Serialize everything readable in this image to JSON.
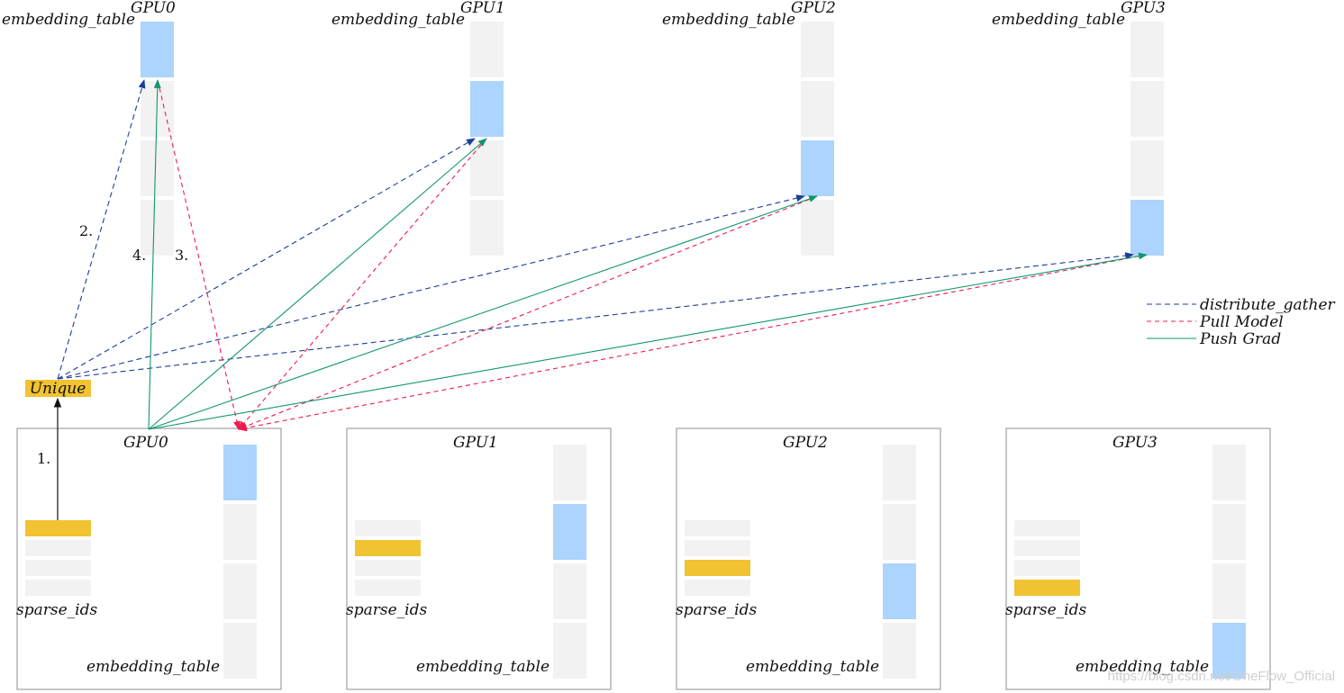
{
  "labels": {
    "embedding_table": "embedding_table",
    "sparse_ids": "sparse_ids",
    "unique": "Unique"
  },
  "gpus": [
    "GPU0",
    "GPU1",
    "GPU2",
    "GPU3"
  ],
  "steps": {
    "s1": "1.",
    "s2": "2.",
    "s3": "3.",
    "s4": "4."
  },
  "legend": {
    "distribute_gather": "distribute_gather",
    "pull_model": "Pull Model",
    "push_grad": "Push Grad"
  },
  "colors": {
    "distribute_gather": "#1a3e9c",
    "pull_model": "#f0194b",
    "push_grad": "#109670",
    "highlight_row": "#acd4fd",
    "gray_row": "#f2f2f2",
    "sparse_id_active": "#f1c232",
    "frame": "#a0a0a0"
  },
  "watermark": "https://blog.csdn.net/OneFlow_Official"
}
